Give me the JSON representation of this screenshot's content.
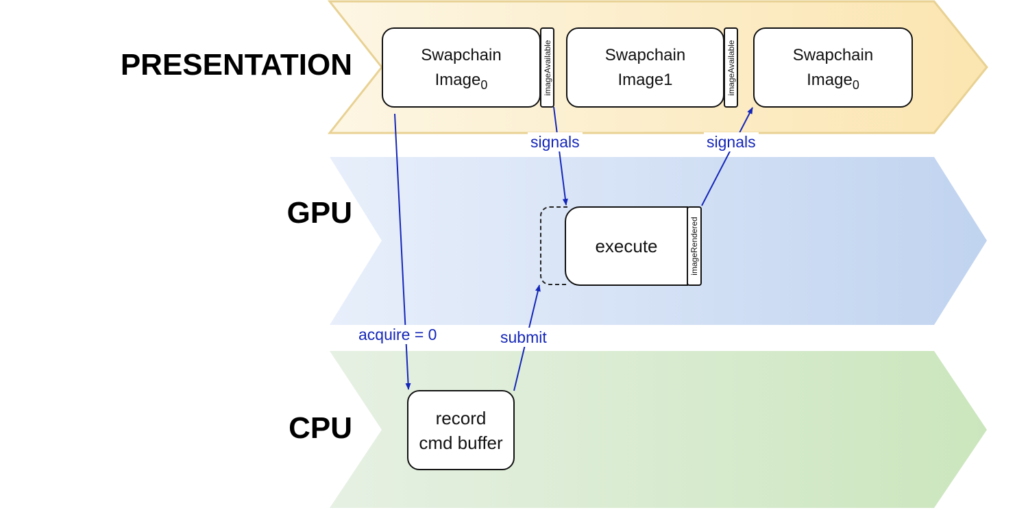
{
  "lanes": [
    {
      "id": "presentation",
      "label": "PRESENTATION",
      "fill_start": "#fdf6e4",
      "fill_end": "#fbe5b0",
      "stroke": "#e8d193"
    },
    {
      "id": "gpu",
      "label": "GPU",
      "fill_start": "#e8effb",
      "fill_end": "#c0d3ef"
    },
    {
      "id": "cpu",
      "label": "CPU",
      "fill_start": "#e6f0e3",
      "fill_end": "#cbe6bd"
    }
  ],
  "boxes": {
    "swapchain_0": {
      "line1": "Swapchain",
      "line2": "Image",
      "subscript": "0",
      "semaphore": "imageAvailable"
    },
    "swapchain_1": {
      "line1": "Swapchain",
      "line2": "Image1",
      "semaphore": "imageAvailable"
    },
    "swapchain_0b": {
      "line1": "Swapchain",
      "line2": "Image",
      "subscript": "0"
    },
    "execute": {
      "label": "execute",
      "semaphore": "imageRendered"
    },
    "record": {
      "line1": "record",
      "line2": "cmd buffer"
    }
  },
  "arrows": {
    "signals_1": "signals",
    "signals_2": "signals",
    "acquire": "acquire = 0",
    "submit": "submit"
  },
  "colors": {
    "arrow": "#1426b8",
    "box_border": "#111111"
  }
}
